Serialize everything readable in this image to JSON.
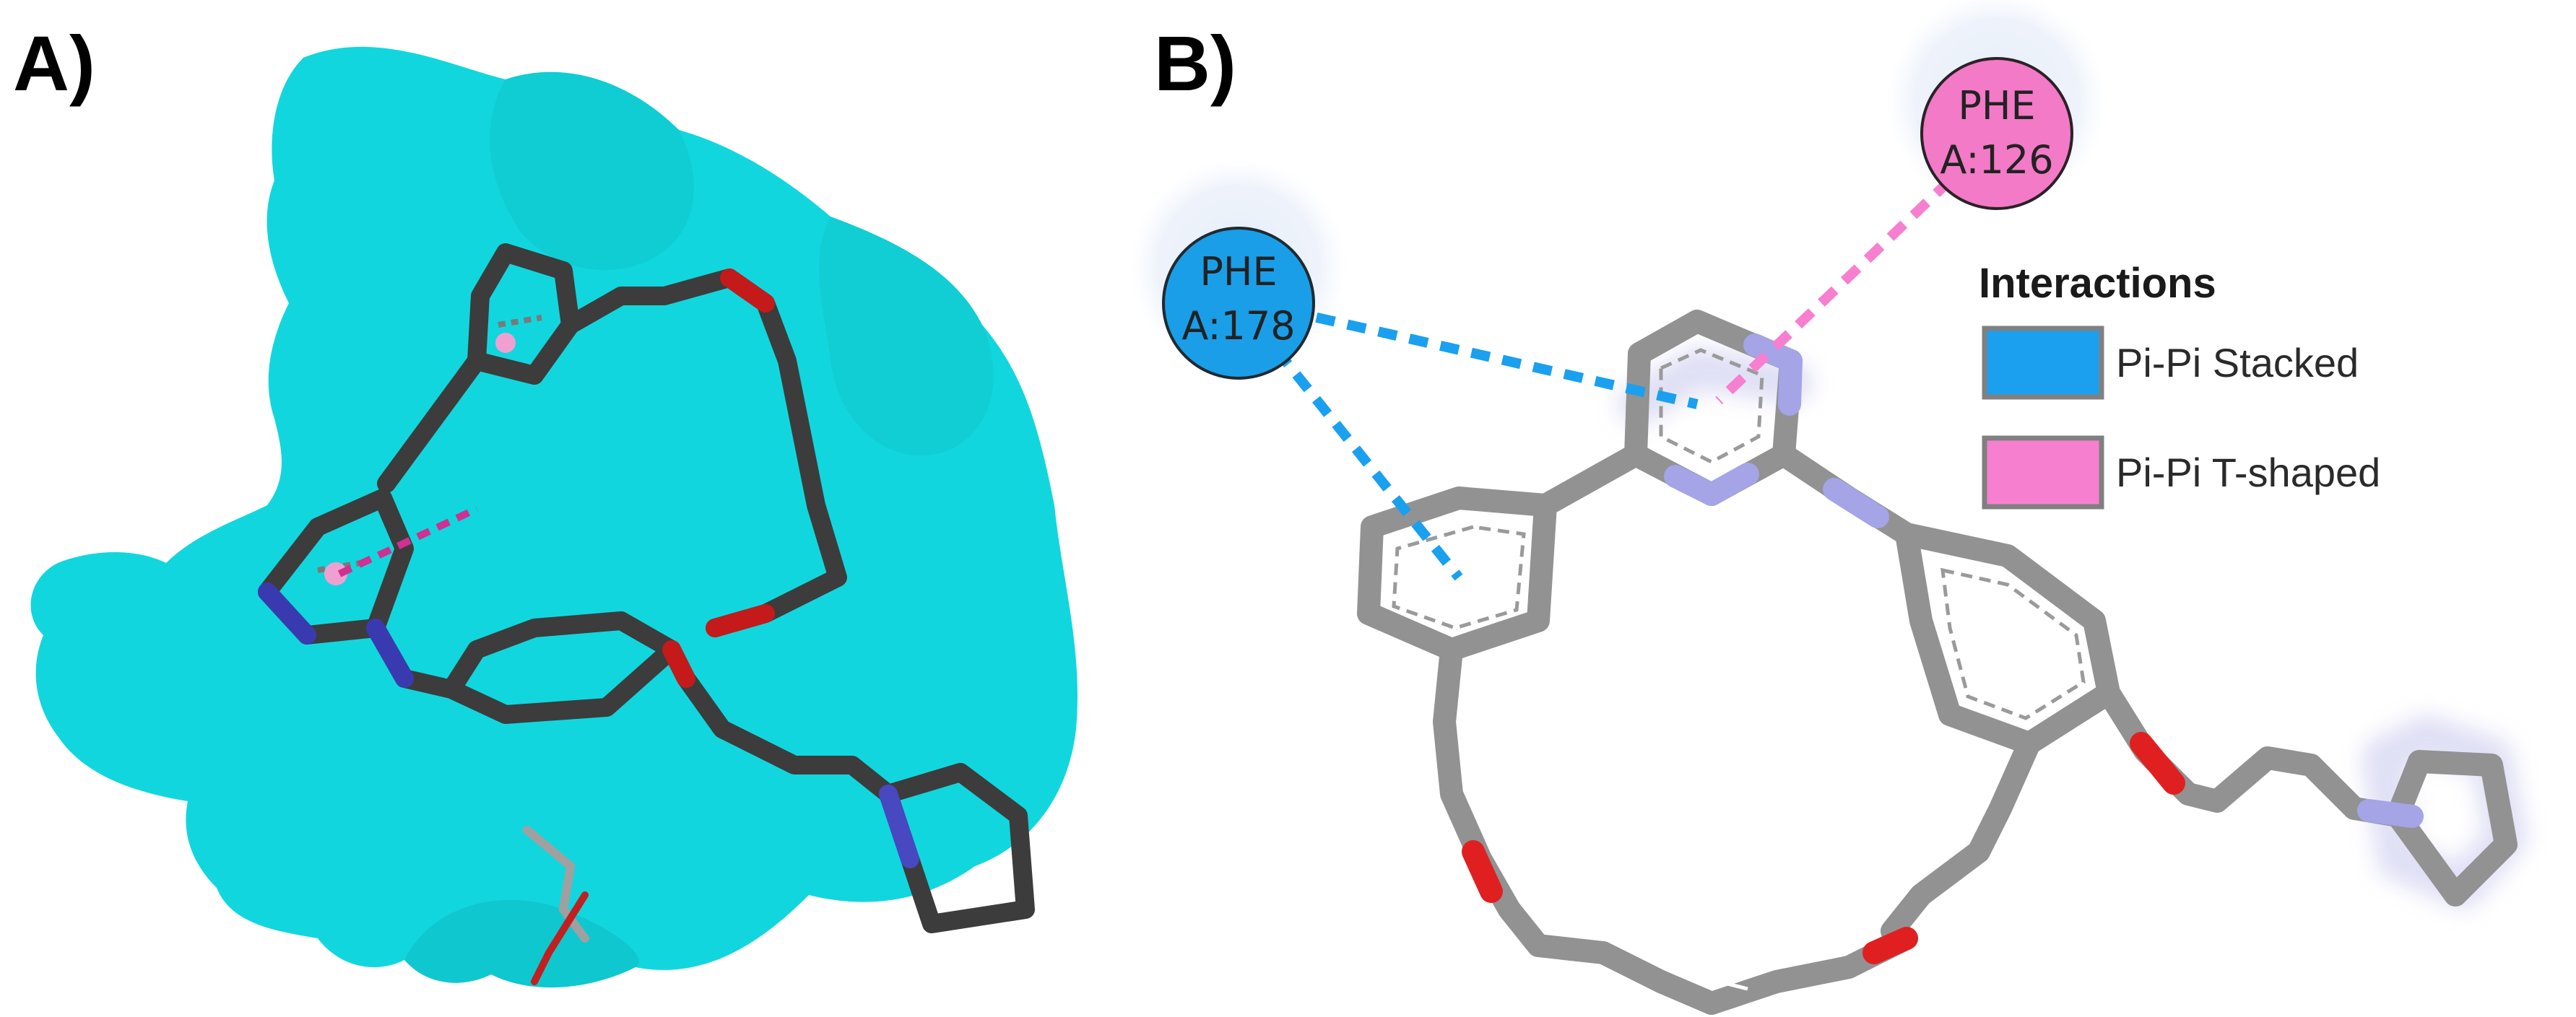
{
  "panel_a": {
    "label": "A)"
  },
  "panel_b": {
    "label": "B)",
    "residues": [
      {
        "name": "PHE",
        "id": "A:178",
        "color": "#1a9ee8"
      },
      {
        "name": "PHE",
        "id": "A:126",
        "color": "#f27ac6"
      }
    ],
    "legend": {
      "title": "Interactions",
      "items": [
        {
          "label": "Pi-Pi Stacked",
          "color": "#1aa0ef"
        },
        {
          "label": "Pi-Pi T-shaped",
          "color": "#f77fd0"
        }
      ]
    }
  },
  "colors": {
    "surface": "#12d6dd",
    "stick_dark": "#3c3c3c",
    "stick_grey": "#9a9a9a",
    "oxygen": "#e02020",
    "nitrogen": "#a4a4e6",
    "nitrogen_dark": "#3a3ab0",
    "pi_stacked": "#1aa0ef",
    "pi_tshaped": "#f77fd0"
  }
}
